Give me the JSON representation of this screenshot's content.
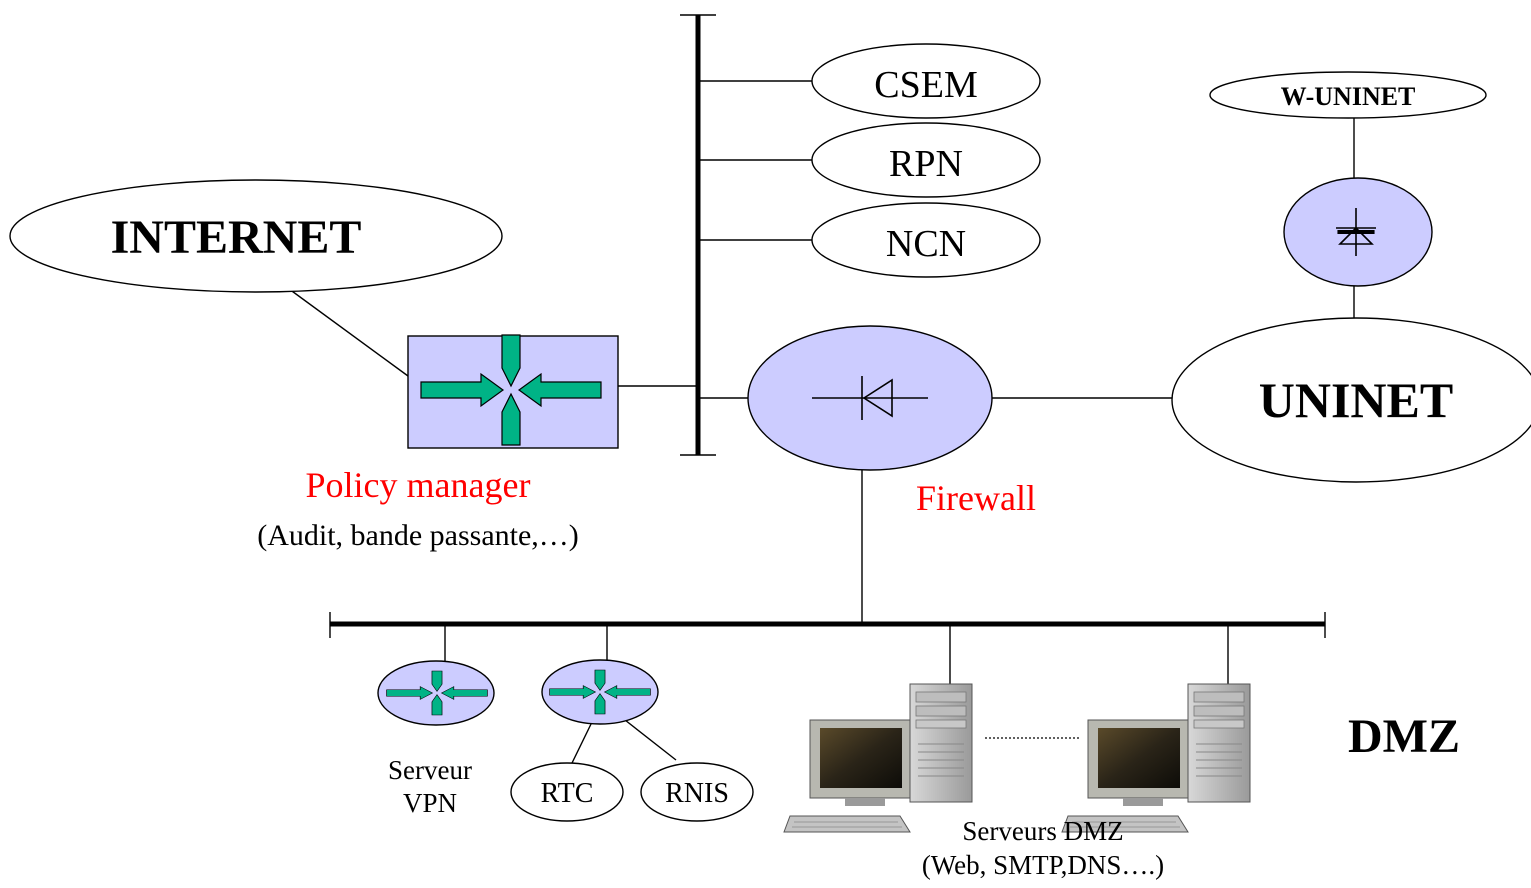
{
  "colors": {
    "node_fill": "#ccccff",
    "arrow_fill": "#00b386",
    "highlight_text": "#ff0000",
    "text": "#000000"
  },
  "networks": {
    "internet": "INTERNET",
    "csem": "CSEM",
    "rpn": "RPN",
    "ncn": "NCN",
    "w_uninet": "W-UNINET",
    "uninet": "UNINET",
    "rtc": "RTC",
    "rnis": "RNIS"
  },
  "devices": {
    "policy_manager": {
      "title": "Policy manager",
      "subtitle": "(Audit, bande passante,…)"
    },
    "firewall": {
      "title": "Firewall"
    },
    "vpn_server": {
      "line1": "Serveur",
      "line2": "VPN"
    },
    "dmz_servers": {
      "line1": "Serveurs DMZ",
      "line2": "(Web, SMTP,DNS….)"
    }
  },
  "zones": {
    "dmz": "DMZ"
  },
  "icons": {
    "router": "router-arrows-icon",
    "firewall": "diode-icon",
    "server": "computer-server-icon"
  }
}
